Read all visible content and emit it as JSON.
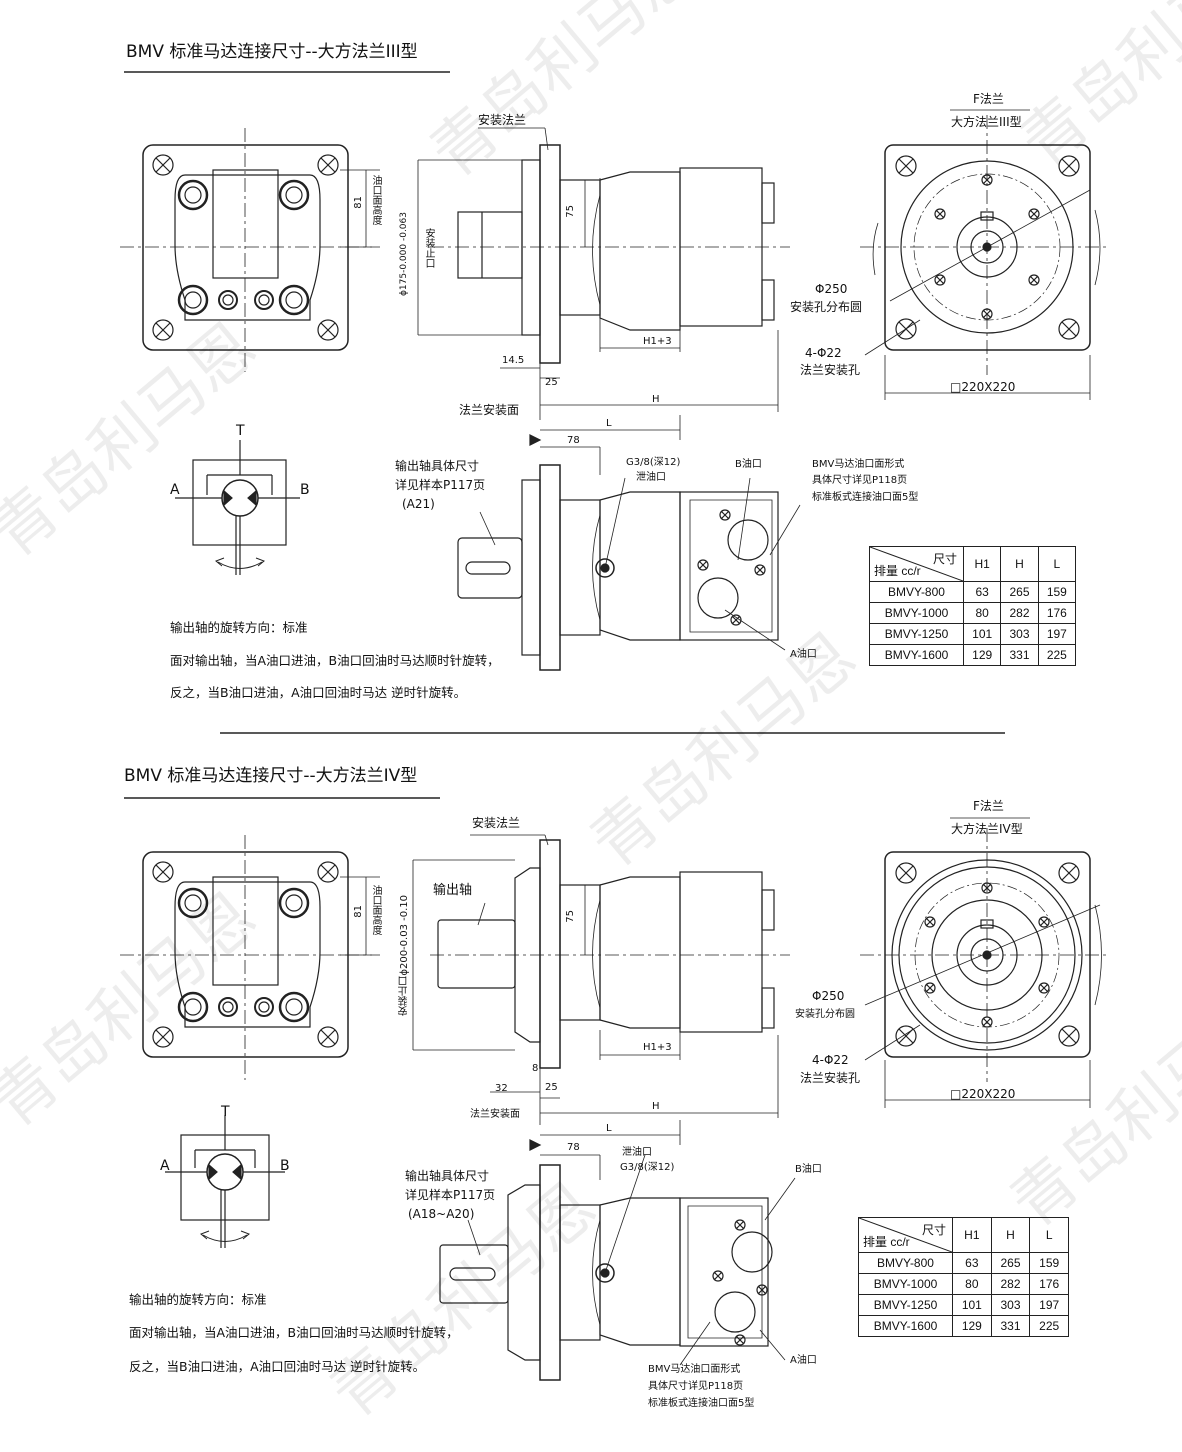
{
  "watermark": "青岛利马恩",
  "section1": {
    "title": "BMV 标准马达连接尺寸--大方法兰III型",
    "mounting_flange": "安装法兰",
    "dim_81": "81",
    "oil_port_height": "油口面高度",
    "dim_175": "ϕ175-0.000 -0.063",
    "dim_175_label": "安装止口",
    "dim_75": "75",
    "dim_14_5": "14.5",
    "dim_25": "25",
    "dim_h1": "H1+3",
    "flange_face": "法兰安装面",
    "dim_H": "H",
    "dim_L": "L",
    "dim_78": "78",
    "f_flange": "F法兰",
    "flange_type": "大方法兰III型",
    "phi250": "Φ250",
    "bolt_circle": "安装孔分布圆",
    "holes": "4-Φ22",
    "holes_label": "法兰安装孔",
    "square": "□220X220",
    "shaft_note": [
      "输出轴具体尺寸",
      "详见样本P117页",
      "(A21)"
    ],
    "drain_port": [
      "G3/8(深12)",
      "泄油口"
    ],
    "b_port": "B油口",
    "a_port": "A油口",
    "port_note": [
      "BMV马达油口面形式",
      "具体尺寸详见P118页",
      "标准板式连接油口面5型"
    ],
    "symbol": {
      "T": "T",
      "A": "A",
      "B": "B"
    },
    "rotation": [
      "输出轴的旋转方向：标准",
      "面对输出轴，当A油口进油，B油口回油时马达顺时针旋转，",
      "反之，当B油口进油，A油口回油时马达 逆时针旋转。"
    ],
    "table": {
      "header_dim": "尺寸",
      "header_disp": "排量 cc/r",
      "cols": [
        "H1",
        "H",
        "L"
      ],
      "rows": [
        [
          "BMVY-800",
          "63",
          "265",
          "159"
        ],
        [
          "BMVY-1000",
          "80",
          "282",
          "176"
        ],
        [
          "BMVY-1250",
          "101",
          "303",
          "197"
        ],
        [
          "BMVY-1600",
          "129",
          "331",
          "225"
        ]
      ]
    }
  },
  "section2": {
    "title": "BMV 标准马达连接尺寸--大方法兰IV型",
    "mounting_flange": "安装法兰",
    "output_shaft": "输出轴",
    "dim_81": "81",
    "oil_port_height": "油口面高度",
    "dim_200": "安装止口ϕ200-0.03 -0.10",
    "dim_75": "75",
    "dim_32": "32",
    "dim_8": "8",
    "dim_25": "25",
    "dim_h1": "H1+3",
    "flange_face": "法兰安装面",
    "dim_H": "H",
    "dim_L": "L",
    "dim_78": "78",
    "f_flange": "F法兰",
    "flange_type": "大方法兰IV型",
    "phi250": "Φ250",
    "bolt_circle": "安装孔分布圆",
    "holes": "4-Φ22",
    "holes_label": "法兰安装孔",
    "square": "□220X220",
    "shaft_note": [
      "输出轴具体尺寸",
      "详见样本P117页",
      "(A18~A20)"
    ],
    "drain_port": [
      "泄油口",
      "G3/8(深12)"
    ],
    "b_port": "B油口",
    "a_port": "A油口",
    "port_note": [
      "BMV马达油口面形式",
      "具体尺寸详见P118页",
      "标准板式连接油口面5型"
    ],
    "symbol": {
      "T": "T",
      "A": "A",
      "B": "B"
    },
    "rotation": [
      "输出轴的旋转方向：标准",
      "面对输出轴，当A油口进油，B油口回油时马达顺时针旋转，",
      "反之，当B油口进油，A油口回油时马达 逆时针旋转。"
    ],
    "table": {
      "header_dim": "尺寸",
      "header_disp": "排量 cc/r",
      "cols": [
        "H1",
        "H",
        "L"
      ],
      "rows": [
        [
          "BMVY-800",
          "63",
          "265",
          "159"
        ],
        [
          "BMVY-1000",
          "80",
          "282",
          "176"
        ],
        [
          "BMVY-1250",
          "101",
          "303",
          "197"
        ],
        [
          "BMVY-1600",
          "129",
          "331",
          "225"
        ]
      ]
    }
  }
}
